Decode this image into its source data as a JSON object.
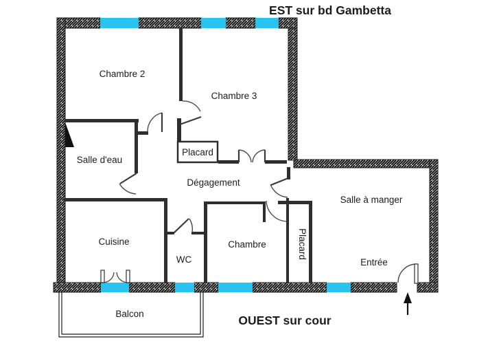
{
  "headings": {
    "east": "EST sur bd Gambetta",
    "west": "OUEST sur cour"
  },
  "rooms": {
    "chambre2": "Chambre 2",
    "chambre3": "Chambre 3",
    "salle_eau": "Salle d'eau",
    "placard_haut": "Placard",
    "degagement": "Dégagement",
    "cuisine": "Cuisine",
    "wc": "WC",
    "chambre": "Chambre",
    "placard_vertical": "Placard",
    "salle_a_manger": "Salle à manger",
    "entree": "Entrée",
    "balcon": "Balcon"
  },
  "icons": {
    "entrance_arrow": "up-arrow"
  },
  "colors": {
    "window": "#2AC3EF",
    "heading": "#1B36D0",
    "wall_ink": "#1A1A1A"
  }
}
